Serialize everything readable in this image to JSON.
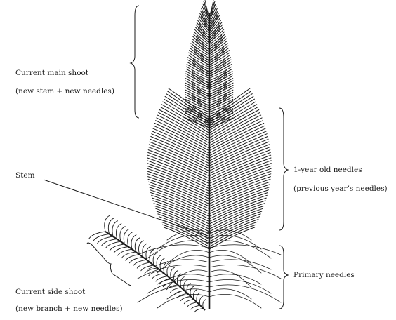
{
  "labels": {
    "current_main_shoot": "Current main shoot",
    "current_main_shoot_detail": "(new stem + new needles)",
    "stem": "Stem",
    "one_year_needles": "1-year old needles",
    "one_year_needles_detail": "(previous year’s needles)",
    "primary_needles": "Primary needles",
    "current_side_shoot": "Current side shoot",
    "current_side_shoot_detail": "(new branch + new needles)"
  },
  "colors": {
    "ink": "#1a1a1a",
    "background": "#ffffff"
  }
}
